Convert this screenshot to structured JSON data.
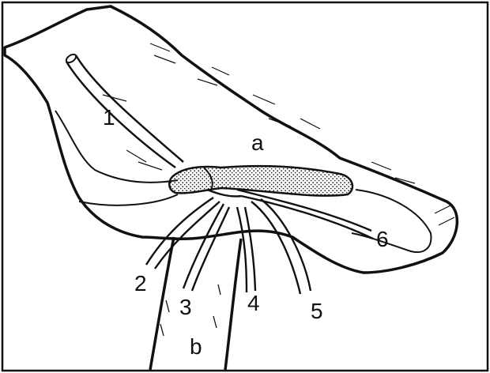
{
  "labels": {
    "a": "a",
    "b": "b",
    "n1": "1",
    "n2": "2",
    "n3": "3",
    "n4": "4",
    "n5": "5",
    "n6": "6"
  },
  "colors": {
    "ink": "#111111",
    "paper": "#ffffff",
    "stipple": "#222222"
  }
}
